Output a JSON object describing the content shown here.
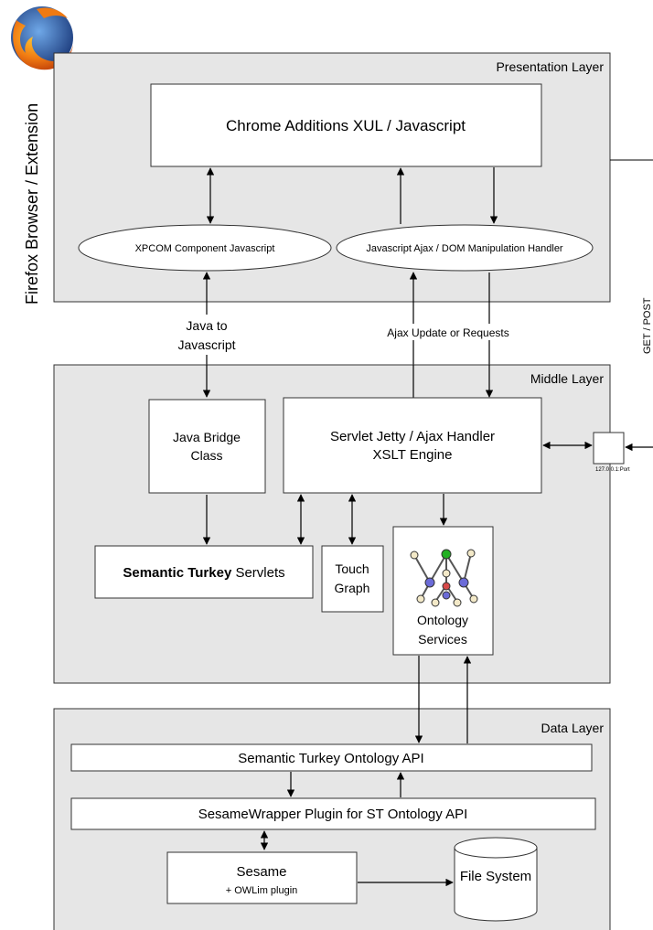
{
  "side_label": "Firefox Browser / Extension",
  "right_label": "GET / POST",
  "layers": {
    "presentation": "Presentation Layer",
    "middle": "Middle Layer",
    "data": "Data Layer"
  },
  "presentation": {
    "chrome": "Chrome Additions XUL / Javascript",
    "xpcom": "XPCOM Component Javascript",
    "ajax_handler": "Javascript Ajax / DOM Manipulation Handler"
  },
  "connectors": {
    "java_to_js_line1": "Java to",
    "java_to_js_line2": "Javascript",
    "ajax_update": "Ajax Update or Requests"
  },
  "middle": {
    "java_bridge_line1": "Java Bridge",
    "java_bridge_line2": "Class",
    "servlet_line1": "Servlet Jetty / Ajax Handler",
    "servlet_line2": "XSLT Engine",
    "port_label": "127.0.0.1:Port",
    "st_servlets_bold": "Semantic Turkey",
    "st_servlets_rest": " Servlets",
    "touch_line1": "Touch",
    "touch_line2": "Graph",
    "ontology_line1": "Ontology",
    "ontology_line2": "Services"
  },
  "data": {
    "st_api": "Semantic Turkey Ontology API",
    "sesame_wrapper": "SesameWrapper Plugin for ST Ontology API",
    "sesame": "Sesame",
    "owlim": "+ OWLim plugin",
    "file_system": "File System"
  },
  "colors": {
    "layer_fill": "#e6e6e6",
    "box_fill": "#ffffff",
    "stroke": "#333333",
    "logo_orange": "#e8650e",
    "logo_blue": "#2e5a9c"
  }
}
